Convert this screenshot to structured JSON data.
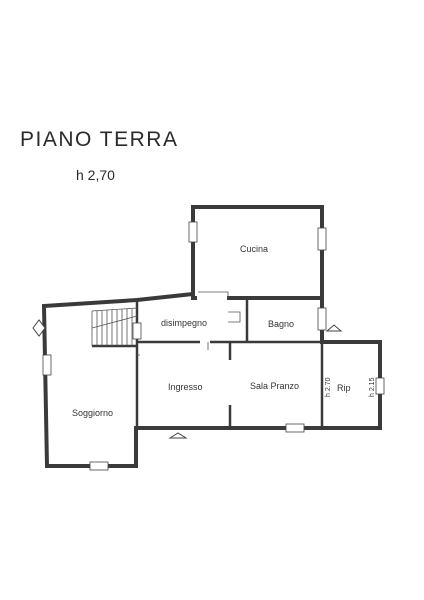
{
  "title": "PIANO TERRA",
  "subtitle": "h 2,70",
  "rooms": {
    "cucina": "Cucina",
    "disimpegno": "disimpegno",
    "bagno": "Bagno",
    "ingresso": "Ingresso",
    "sala_pranzo": "Sala Pranzo",
    "rip": "Rip",
    "soggiorno": "Soggiorno"
  },
  "heights": {
    "rip_left": "h 2.70",
    "rip_right": "h 2.15"
  },
  "colors": {
    "wall": "#3a3a3a",
    "text": "#333333"
  }
}
